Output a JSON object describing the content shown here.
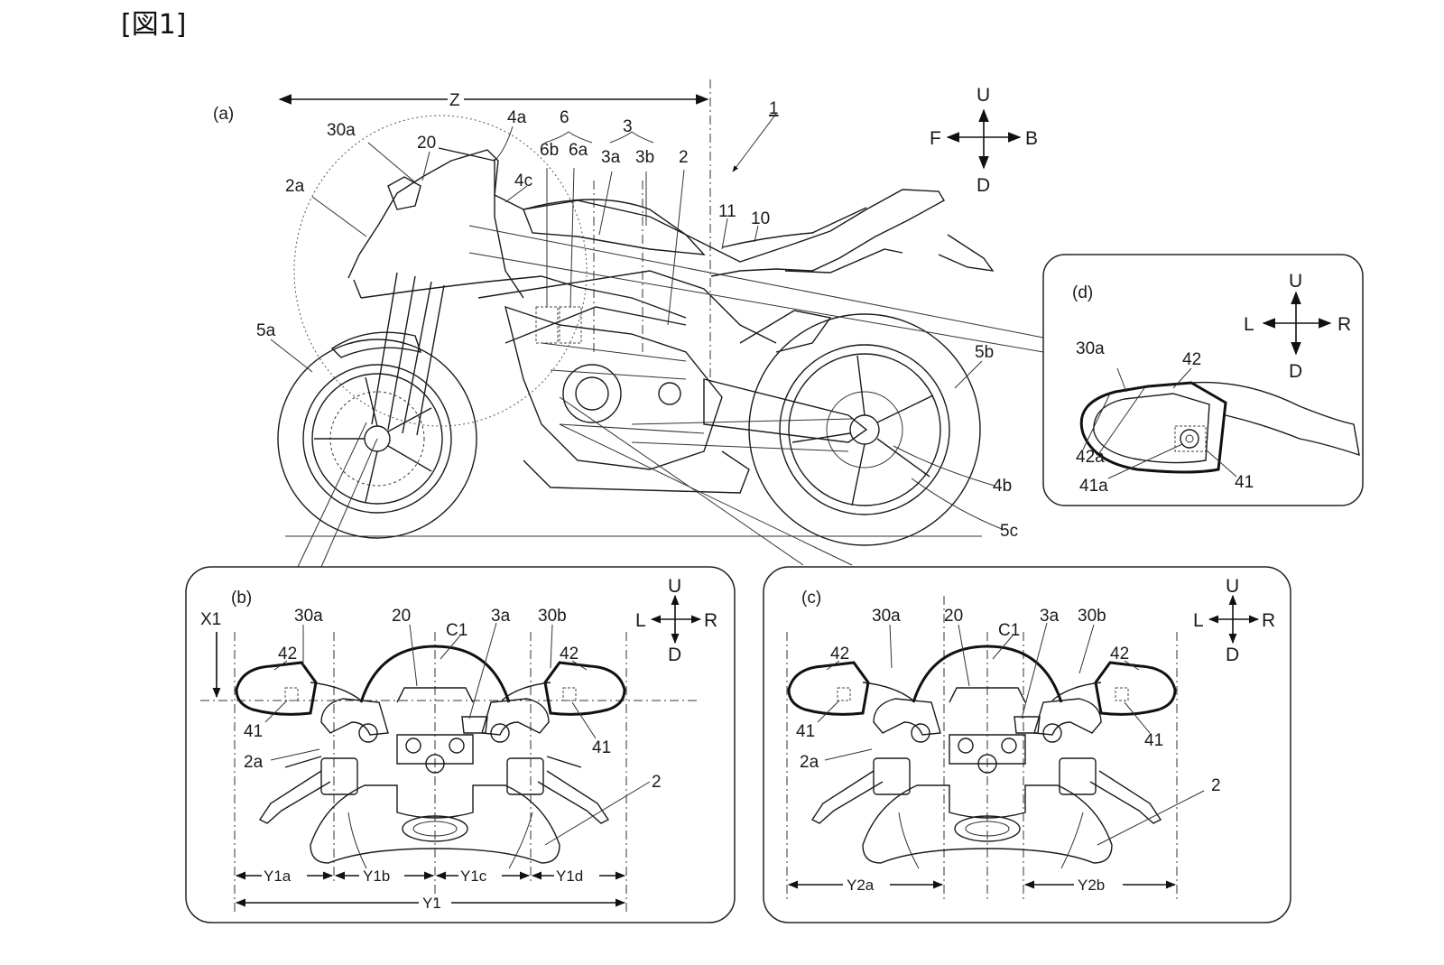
{
  "figure_title": "[図1]",
  "panels": {
    "a": {
      "tag": "(a)",
      "labels": {
        "ref_1": "1",
        "z": "Z",
        "l30a": "30a",
        "l20": "20",
        "l4a": "4a",
        "l6": "6",
        "l6b": "6b",
        "l6a": "6a",
        "l3": "3",
        "l3a": "3a",
        "l3b": "3b",
        "l2": "2",
        "l2a": "2a",
        "l4c": "4c",
        "l11": "11",
        "l10": "10",
        "l5a": "5a",
        "l5b": "5b",
        "l4b": "4b",
        "l5c": "5c"
      },
      "compass": {
        "up": "U",
        "down": "D",
        "front": "F",
        "back": "B"
      }
    },
    "b": {
      "tag": "(b)",
      "labels": {
        "x1": "X1",
        "l30a": "30a",
        "l20": "20",
        "c1": "C1",
        "l3a": "3a",
        "l30b": "30b",
        "l42_left": "42",
        "l42_right": "42",
        "l41_left": "41",
        "l41_right": "41",
        "l2a": "2a",
        "l2": "2",
        "y1a": "Y1a",
        "y1b": "Y1b",
        "y1c": "Y1c",
        "y1d": "Y1d",
        "y1": "Y1"
      },
      "compass": {
        "up": "U",
        "down": "D",
        "left": "L",
        "right": "R"
      }
    },
    "c": {
      "tag": "(c)",
      "labels": {
        "l30a": "30a",
        "l20": "20",
        "c1": "C1",
        "l3a": "3a",
        "l30b": "30b",
        "l42_left": "42",
        "l42_right": "42",
        "l41_left": "41",
        "l41_right": "41",
        "l2a": "2a",
        "l2": "2",
        "y2a": "Y2a",
        "y2b": "Y2b"
      },
      "compass": {
        "up": "U",
        "down": "D",
        "left": "L",
        "right": "R"
      }
    },
    "d": {
      "tag": "(d)",
      "labels": {
        "l30a": "30a",
        "l42": "42",
        "l42a": "42a",
        "l41a": "41a",
        "l41": "41"
      },
      "compass": {
        "up": "U",
        "down": "D",
        "left": "L",
        "right": "R"
      }
    }
  }
}
